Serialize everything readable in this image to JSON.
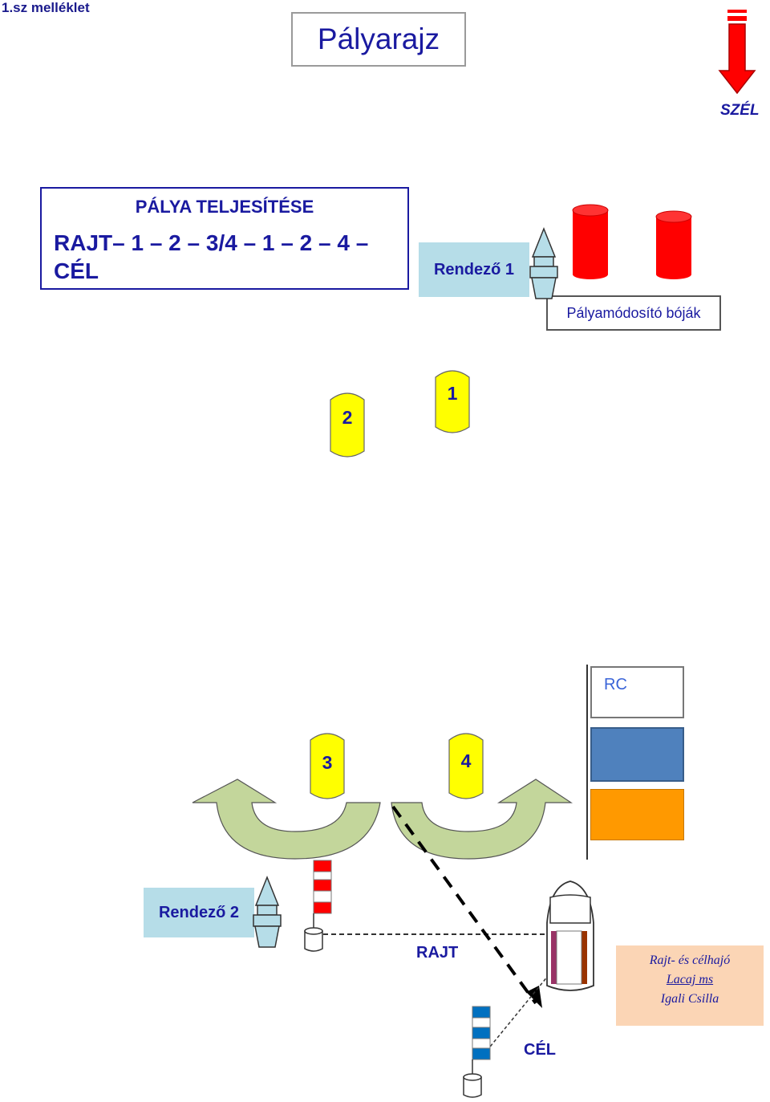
{
  "header": {
    "annex_label": "1.sz melléklet",
    "title": "Pályarajz"
  },
  "wind": {
    "label": "SZÉL",
    "arrow_color": "#ff0000",
    "icon": "wind-direction-arrow-icon"
  },
  "course": {
    "heading": "PÁLYA TELJESÍTÉSE",
    "sequence": "RAJT– 1 – 2 – 3/4 – 1 – 2 – 4 – CÉL"
  },
  "marshals": {
    "marshal_1": "Rendező 1",
    "marshal_2": "Rendező 2",
    "icon": "marshal-boat-icon",
    "color": "#b6dde8"
  },
  "course_change_buoys": {
    "label": "Pályamódosító bóják",
    "color": "#ff0000"
  },
  "marks": [
    {
      "number": "1",
      "color": "#ffff00"
    },
    {
      "number": "2",
      "color": "#ffff00"
    },
    {
      "number": "3",
      "color": "#ffff00"
    },
    {
      "number": "4",
      "color": "#ffff00"
    }
  ],
  "gate_arrows": {
    "color": "#c3d69b",
    "icon": "curved-rounding-arrow-icon"
  },
  "committee": {
    "rc_label": "RC",
    "flag_colors": [
      "#4f81bd",
      "#ff9900"
    ]
  },
  "start_line": {
    "label": "RAJT",
    "pin_flag_colors": [
      "#ff0000",
      "#ffffff"
    ]
  },
  "finish_line": {
    "label": "CÉL",
    "pin_flag_colors": [
      "#0070c0",
      "#ffffff"
    ]
  },
  "committee_boat": {
    "role": "Rajt- és célhajó",
    "name": "Lacaj ms",
    "owner": "Igali Csilla",
    "box_color": "#fbd5b5"
  }
}
